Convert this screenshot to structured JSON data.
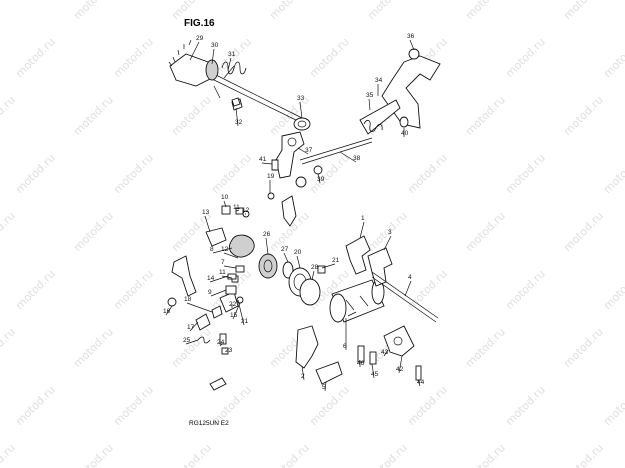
{
  "figure_title": "FIG.16",
  "model_code": "RG125UN E2",
  "watermark_text": "motod.ru",
  "part_numbers": [
    "1",
    "2",
    "3",
    "4",
    "5",
    "6",
    "7",
    "8",
    "9",
    "10",
    "11",
    "12",
    "13",
    "14",
    "15",
    "16",
    "17",
    "18",
    "19",
    "20",
    "21",
    "22",
    "23",
    "24",
    "25",
    "26",
    "27",
    "28",
    "29",
    "30",
    "31",
    "32",
    "33",
    "34",
    "35",
    "36",
    "37",
    "38",
    "39",
    "40",
    "41",
    "42",
    "43",
    "44",
    "45",
    "46"
  ],
  "callouts": [
    {
      "id": "p29",
      "label": "29"
    },
    {
      "id": "p30",
      "label": "30"
    },
    {
      "id": "p31",
      "label": "31"
    },
    {
      "id": "p36",
      "label": "36"
    },
    {
      "id": "p34",
      "label": "34"
    },
    {
      "id": "p35",
      "label": "35"
    },
    {
      "id": "p33",
      "label": "33"
    },
    {
      "id": "p32",
      "label": "32"
    },
    {
      "id": "p40",
      "label": "40"
    },
    {
      "id": "p37",
      "label": "37"
    },
    {
      "id": "p38",
      "label": "38"
    },
    {
      "id": "p41",
      "label": "41"
    },
    {
      "id": "p39",
      "label": "39"
    },
    {
      "id": "p19",
      "label": "19"
    },
    {
      "id": "p10",
      "label": "10"
    },
    {
      "id": "p11a",
      "label": "11"
    },
    {
      "id": "p12a",
      "label": "12"
    },
    {
      "id": "p13",
      "label": "13"
    },
    {
      "id": "p26",
      "label": "26"
    },
    {
      "id": "p8",
      "label": "8"
    },
    {
      "id": "p27",
      "label": "27"
    },
    {
      "id": "p20",
      "label": "20"
    },
    {
      "id": "p1",
      "label": "1"
    },
    {
      "id": "p3",
      "label": "3"
    },
    {
      "id": "p7",
      "label": "7"
    },
    {
      "id": "p12b",
      "label": "12"
    },
    {
      "id": "p11b",
      "label": "11"
    },
    {
      "id": "p28",
      "label": "28"
    },
    {
      "id": "p21a",
      "label": "21"
    },
    {
      "id": "p4",
      "label": "4"
    },
    {
      "id": "p14",
      "label": "14"
    },
    {
      "id": "p9",
      "label": "9"
    },
    {
      "id": "p22",
      "label": "22"
    },
    {
      "id": "p16",
      "label": "16"
    },
    {
      "id": "p18",
      "label": "18"
    },
    {
      "id": "p15",
      "label": "15"
    },
    {
      "id": "p21b",
      "label": "21"
    },
    {
      "id": "p17",
      "label": "17"
    },
    {
      "id": "p24",
      "label": "24"
    },
    {
      "id": "p25",
      "label": "25"
    },
    {
      "id": "p23",
      "label": "23"
    },
    {
      "id": "p6",
      "label": "6"
    },
    {
      "id": "p43",
      "label": "43"
    },
    {
      "id": "p2",
      "label": "2"
    },
    {
      "id": "p46",
      "label": "46"
    },
    {
      "id": "p45",
      "label": "45"
    },
    {
      "id": "p42",
      "label": "42"
    },
    {
      "id": "p44",
      "label": "44"
    },
    {
      "id": "p5",
      "label": "5"
    }
  ],
  "colors": {
    "line": "#111111",
    "watermark": "#e2dede",
    "background": "#ffffff"
  }
}
